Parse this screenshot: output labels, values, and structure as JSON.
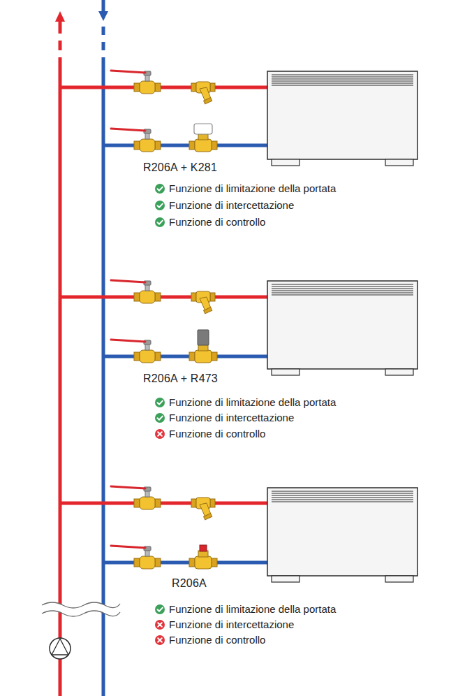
{
  "diagram": {
    "labels": [
      "R206A + K281",
      "Funzione di limitazione della portata",
      "Funzione di intercettazione",
      "Funzione di controllo",
      "R206A + R473",
      "Funzione di limitazione della portata",
      "Funzione di intercettazione",
      "Funzione di controllo",
      "R206A",
      "Funzione di limitazione della portata",
      "Funzione di intercettazione",
      "Funzione di controllo"
    ]
  }
}
